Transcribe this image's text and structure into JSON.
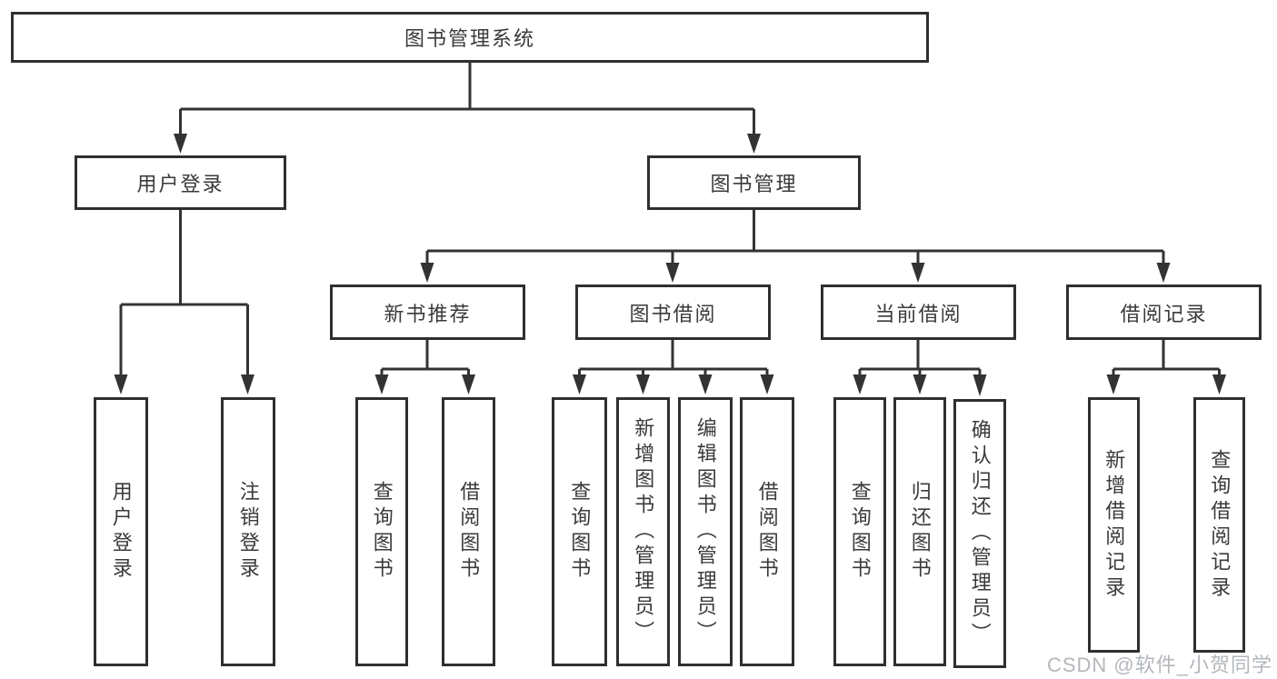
{
  "tree": {
    "label": "图书管理系统",
    "children": [
      {
        "label": "用户登录",
        "children": [
          {
            "label": "用户登录"
          },
          {
            "label": "注销登录"
          }
        ]
      },
      {
        "label": "图书管理",
        "children": [
          {
            "label": "新书推荐",
            "children": [
              {
                "label": "查询图书"
              },
              {
                "label": "借阅图书"
              }
            ]
          },
          {
            "label": "图书借阅",
            "children": [
              {
                "label": "查询图书"
              },
              {
                "label": "新增图书（管理员）"
              },
              {
                "label": "编辑图书（管理员）"
              },
              {
                "label": "借阅图书"
              }
            ]
          },
          {
            "label": "当前借阅",
            "children": [
              {
                "label": "查询图书"
              },
              {
                "label": "归还图书"
              },
              {
                "label": "确认归还（管理员）"
              }
            ]
          },
          {
            "label": "借阅记录",
            "children": [
              {
                "label": "新增借阅记录"
              },
              {
                "label": "查询借阅记录"
              }
            ]
          }
        ]
      }
    ]
  },
  "watermark": "CSDN @软件_小贺同学",
  "colors": {
    "line": "#333333",
    "text": "#3a3a3a",
    "watermark": "#b3b7bb",
    "background": "#ffffff"
  }
}
